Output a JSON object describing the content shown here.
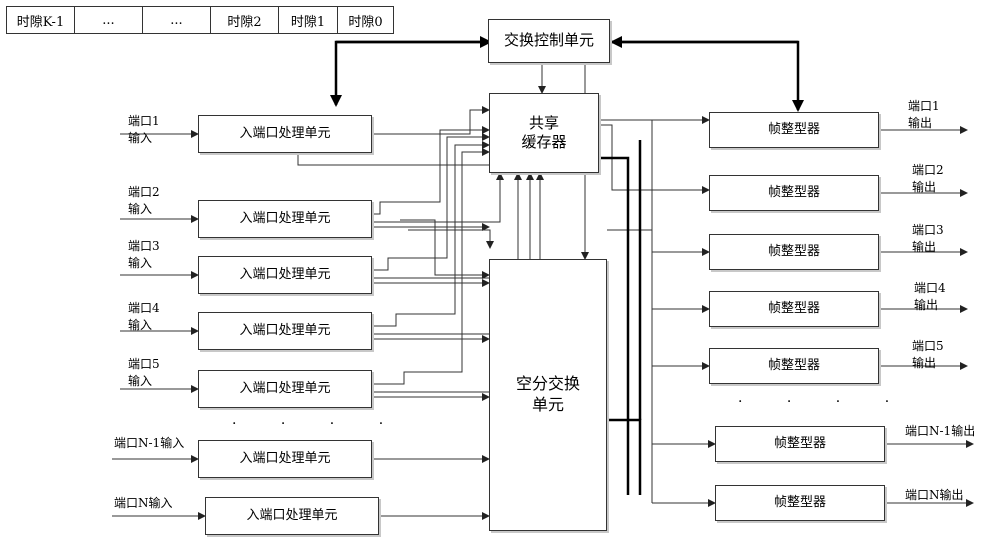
{
  "timeslots": [
    "时隙K-1",
    "...",
    "...",
    "时隙2",
    "时隙1",
    "时隙0"
  ],
  "switch_control": "交换控制单元",
  "shared_buffer": [
    "共享",
    "缓存器"
  ],
  "space_switch": [
    "空分交换",
    "单元"
  ],
  "ingress_unit": "入端口处理单元",
  "framer": "帧整型器",
  "inputs": [
    [
      "端口1",
      "输入"
    ],
    [
      "端口2",
      "输入"
    ],
    [
      "端口3",
      "输入"
    ],
    [
      "端口4",
      "输入"
    ],
    [
      "端口5",
      "输入"
    ],
    [
      "端口N-1输入"
    ],
    [
      "端口N输入"
    ]
  ],
  "outputs": [
    [
      "端口1",
      "输出"
    ],
    [
      "端口2",
      "输出"
    ],
    [
      "端口3",
      "输出"
    ],
    [
      "端口4",
      "输出"
    ],
    [
      "端口5",
      "输出"
    ],
    [
      "端口N-1输出"
    ],
    [
      "端口N输出"
    ]
  ],
  "ellipsis": "· · · ·",
  "output_ellipsis": "· · · ·"
}
